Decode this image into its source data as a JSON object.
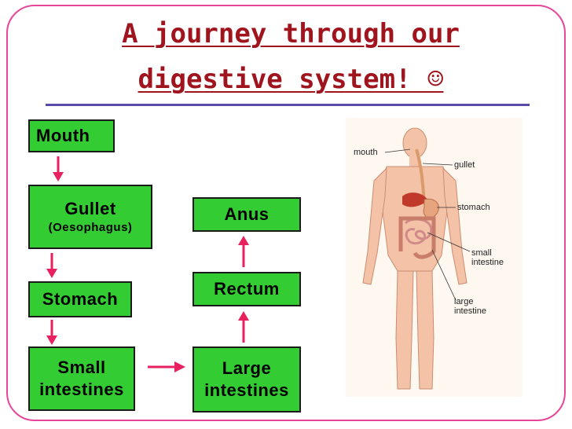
{
  "title": {
    "line1": "A journey through our",
    "line2": "digestive system! ☺"
  },
  "steps": {
    "mouth": "Mouth",
    "gullet": "Gullet",
    "gullet_sub": "(Oesophagus)",
    "stomach": "Stomach",
    "small": "Small intestines",
    "large": "Large intestines",
    "rectum": "Rectum",
    "anus": "Anus"
  },
  "figure_labels": {
    "mouth": "mouth",
    "gullet": "gullet",
    "stomach": "stomach",
    "small": "small intestine",
    "large": "large intestine"
  },
  "colors": {
    "box_fill": "#33cc33",
    "arrow": "#e8205f",
    "title": "#a0141e",
    "frame": "#e6479a"
  }
}
